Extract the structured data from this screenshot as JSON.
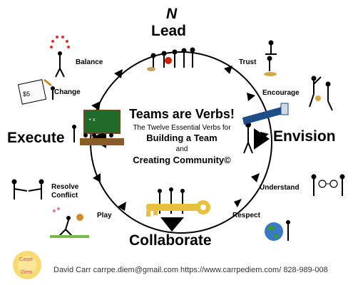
{
  "compass": "N",
  "center": {
    "title": "Teams are Verbs!",
    "line1": "The Twelve Essential  Verbs for",
    "line2": "Building a Team",
    "line3": "and",
    "line4": "Creating Community©"
  },
  "verbs": {
    "lead": "Lead",
    "trust": "Trust",
    "encourage": "Encourage",
    "envision": "Envision",
    "understand": "Understand",
    "respect": "Respect",
    "collaborate": "Collaborate",
    "play": "Play",
    "resolve_conflict_1": "Resolve",
    "resolve_conflict_2": "Conflict",
    "execute": "Execute",
    "change": "Change",
    "balance": "Balance"
  },
  "logo_text": "Carpe Diem",
  "footer": "David Carr  carrpe.diem@gmail.com  https://www.carrpediem.com/  828-989-008"
}
